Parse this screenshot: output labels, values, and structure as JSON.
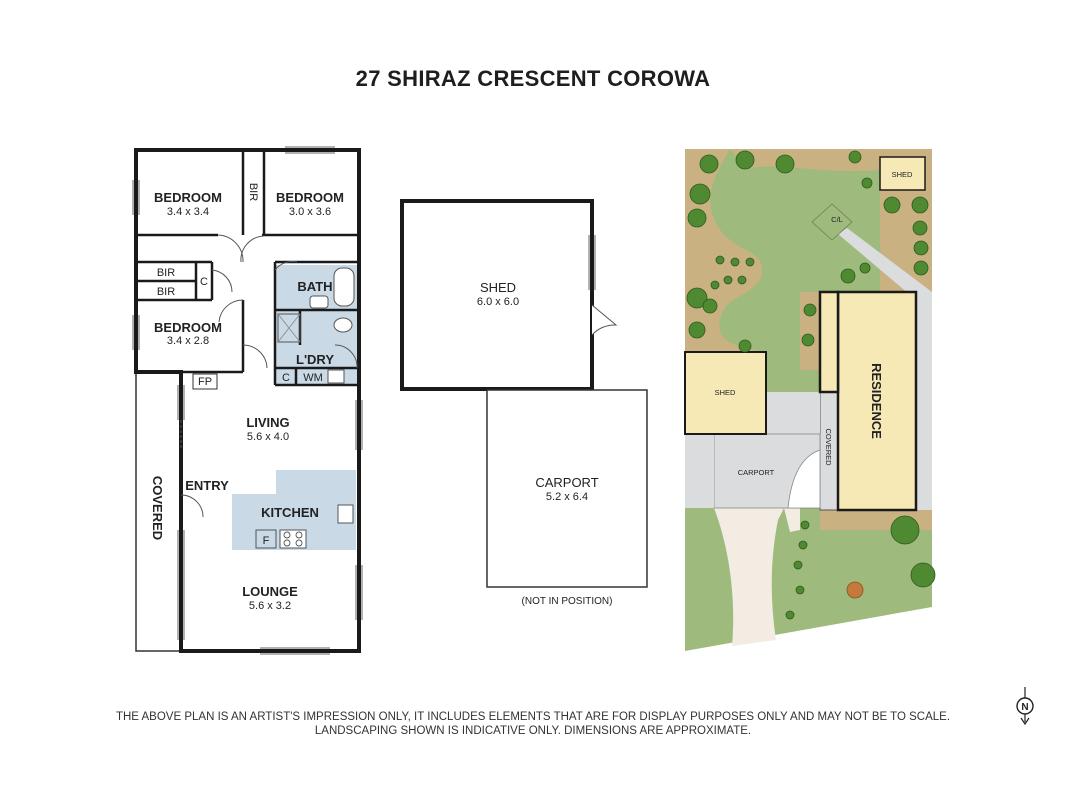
{
  "title": "27 SHIRAZ CRESCENT COROWA",
  "floorplan": {
    "bedroom1": {
      "name": "BEDROOM",
      "dims": "3.4 x 3.4"
    },
    "bedroom2": {
      "name": "BEDROOM",
      "dims": "3.0 x 3.6"
    },
    "bedroom3": {
      "name": "BEDROOM",
      "dims": "3.4 x 2.8"
    },
    "bir_vertical": "BIR",
    "bir_upper": "BIR",
    "bir_lower": "BIR",
    "cupboard_hall": "C",
    "bath": "BATH",
    "laundry": "L'DRY",
    "cupboard_laundry": "C",
    "washing_machine": "WM",
    "fireplace": "FP",
    "living": {
      "name": "LIVING",
      "dims": "5.6 x 4.0"
    },
    "entry": "ENTRY",
    "covered": "COVERED",
    "kitchen": "KITCHEN",
    "fridge": "F",
    "lounge": {
      "name": "LOUNGE",
      "dims": "5.6 x 3.2"
    }
  },
  "outbuildings": {
    "shed": {
      "name": "SHED",
      "dims": "6.0 x 6.0"
    },
    "carport": {
      "name": "CARPORT",
      "dims": "5.2 x 6.4"
    },
    "note": "(NOT IN POSITION)"
  },
  "siteplan": {
    "shed_top": "SHED",
    "clothesline": "C/L",
    "residence": "RESIDENCE",
    "shed_left": "SHED",
    "covered": "COVERED",
    "carport": "CARPORT"
  },
  "north_label": "N",
  "disclaimer": {
    "line1": "THE ABOVE PLAN IS AN ARTIST'S IMPRESSION ONLY, IT INCLUDES ELEMENTS THAT ARE FOR DISPLAY PURPOSES ONLY AND MAY NOT BE TO SCALE.",
    "line2": "LANDSCAPING SHOWN IS INDICATIVE ONLY. DIMENSIONS ARE APPROXIMATE."
  },
  "colors": {
    "wet_area": "#c9d9e6",
    "lawn": "#9fba7d",
    "garden_bed": "#c9b182",
    "building": "#f7e9b6",
    "paving": "#dadcde",
    "driveway": "#f2ece3",
    "tree": "#4f8a32"
  }
}
